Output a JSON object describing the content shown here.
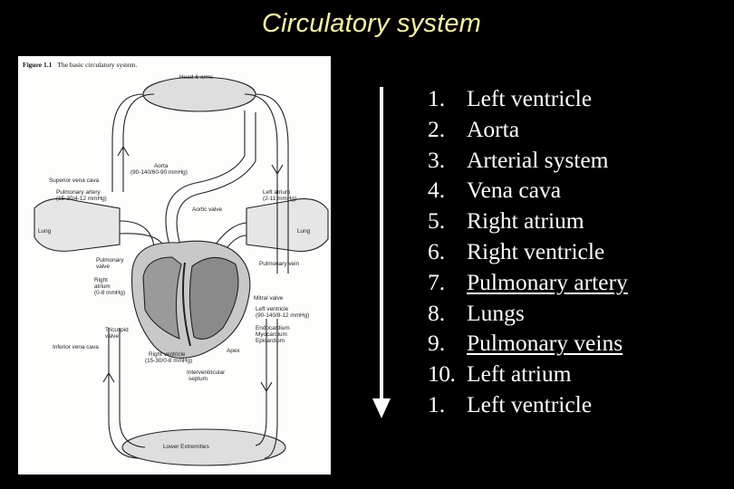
{
  "title": "Circulatory system",
  "figure": {
    "caption_label": "Figure 1.1",
    "caption_text": "The basic circulatory system.",
    "labels": {
      "head_arms": "Head & arms",
      "aorta": "Aorta",
      "aorta_pressure": "(90-140/60-90 mmHg)",
      "superior_vena_cava": "Superior vena cava",
      "pulmonary_artery": "Pulmonary artery",
      "pulmonary_artery_pressure": "(15-30/4-12 mmHg)",
      "left_atrium": "Left atrium",
      "left_atrium_pressure": "(2-11 mmHg)",
      "aortic_valve": "Aortic valve",
      "lung_left": "Lung",
      "lung_right": "Lung",
      "pulmonary_valve_1": "Pulmonary",
      "pulmonary_valve_2": "valve",
      "right_atrium_1": "Right",
      "right_atrium_2": "atrium",
      "right_atrium_pressure": "(0-8 mmHg)",
      "pulmonary_vein": "Pulmonary vein",
      "mitral_valve": "Mitral valve",
      "left_ventricle": "Left ventricle",
      "left_ventricle_pressure": "(90-140/8-12 mmHg)",
      "endocardium": "Endocardium",
      "myocardium": "Myocardium",
      "epicardium": "Epicardium",
      "tricuspid_1": "Tricuspid",
      "tricuspid_2": "valve",
      "inferior_vena_cava": "Inferior vena cava",
      "right_ventricle": "Right ventricle",
      "right_ventricle_pressure": "(15-30/0-8 mmHg)",
      "apex": "Apex",
      "septum_1": "Interventricular",
      "septum_2": "septum",
      "lower_extremities": "Lower Extremities"
    }
  },
  "steps": [
    {
      "num": "1.",
      "text": "Left ventricle"
    },
    {
      "num": "2.",
      "text": "Aorta"
    },
    {
      "num": "3.",
      "text": "Arterial system"
    },
    {
      "num": "4.",
      "text": "Vena cava"
    },
    {
      "num": "5.",
      "text": "Right atrium"
    },
    {
      "num": "6.",
      "text": "Right ventricle"
    },
    {
      "num": "7.",
      "text": "Pulmonary artery"
    },
    {
      "num": "8.",
      "text": "Lungs"
    },
    {
      "num": "9.",
      "text": "Pulmonary veins"
    },
    {
      "num": "10.",
      "text": "Left atrium"
    },
    {
      "num": "1.",
      "text": "Left ventricle"
    }
  ]
}
